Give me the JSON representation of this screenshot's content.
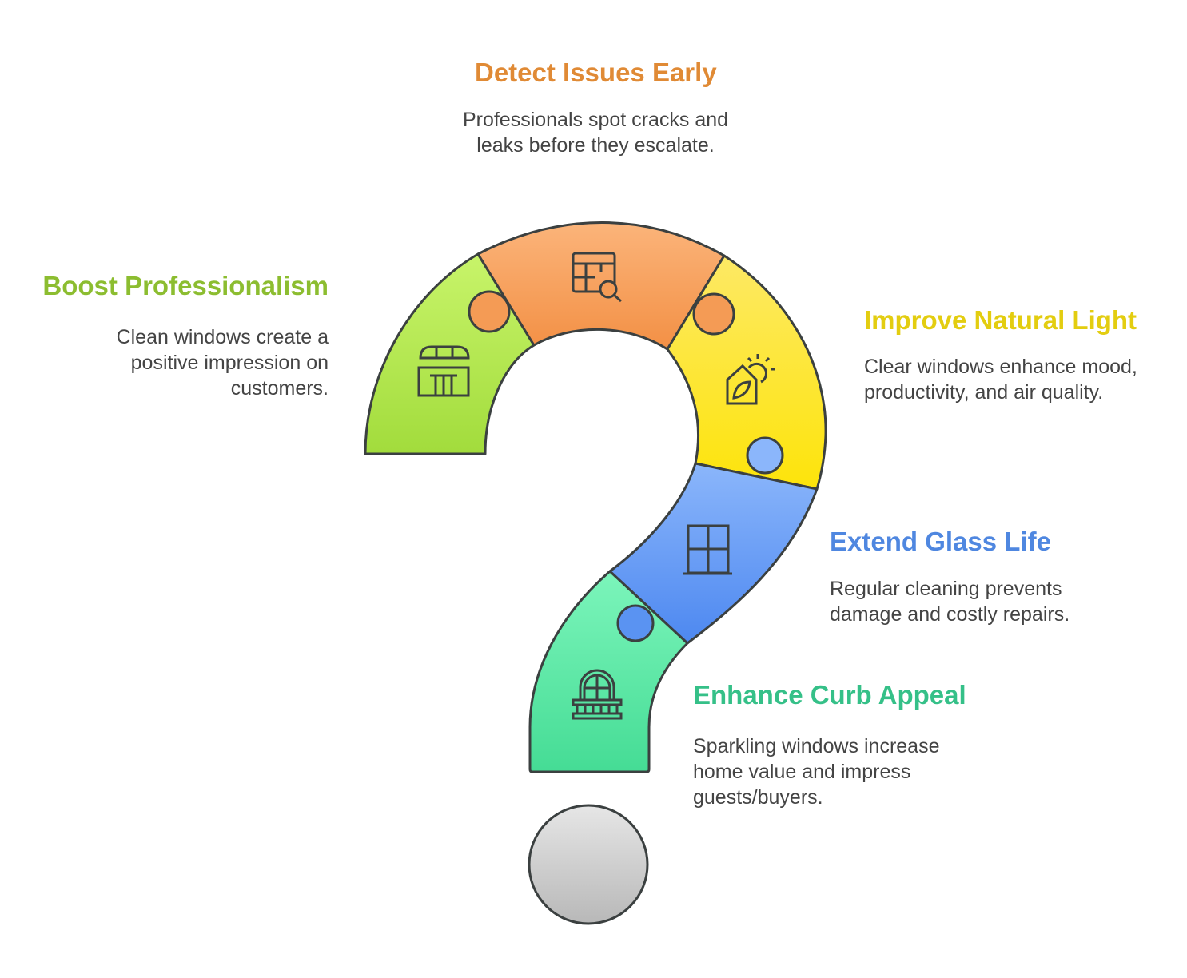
{
  "items": [
    {
      "title": "Detect Issues Early",
      "desc": "Professionals spot cracks and leaks before they escalate.",
      "color": "#e08a35",
      "icon": "table-search-icon"
    },
    {
      "title": "Boost Professionalism",
      "desc": "Clean windows create a positive impression on customers.",
      "color": "#8cbd30",
      "icon": "storefront-icon"
    },
    {
      "title": "Improve Natural Light",
      "desc": "Clear windows enhance mood, productivity, and air quality.",
      "color": "#e3cd10",
      "icon": "eco-house-sun-icon"
    },
    {
      "title": "Extend Glass Life",
      "desc": "Regular cleaning prevents damage and costly repairs.",
      "color": "#4f87e0",
      "icon": "window-icon"
    },
    {
      "title": "Enhance Curb Appeal",
      "desc": "Sparkling windows increase home value and impress guests/buyers.",
      "color": "#35c088",
      "icon": "balcony-window-icon"
    }
  ]
}
